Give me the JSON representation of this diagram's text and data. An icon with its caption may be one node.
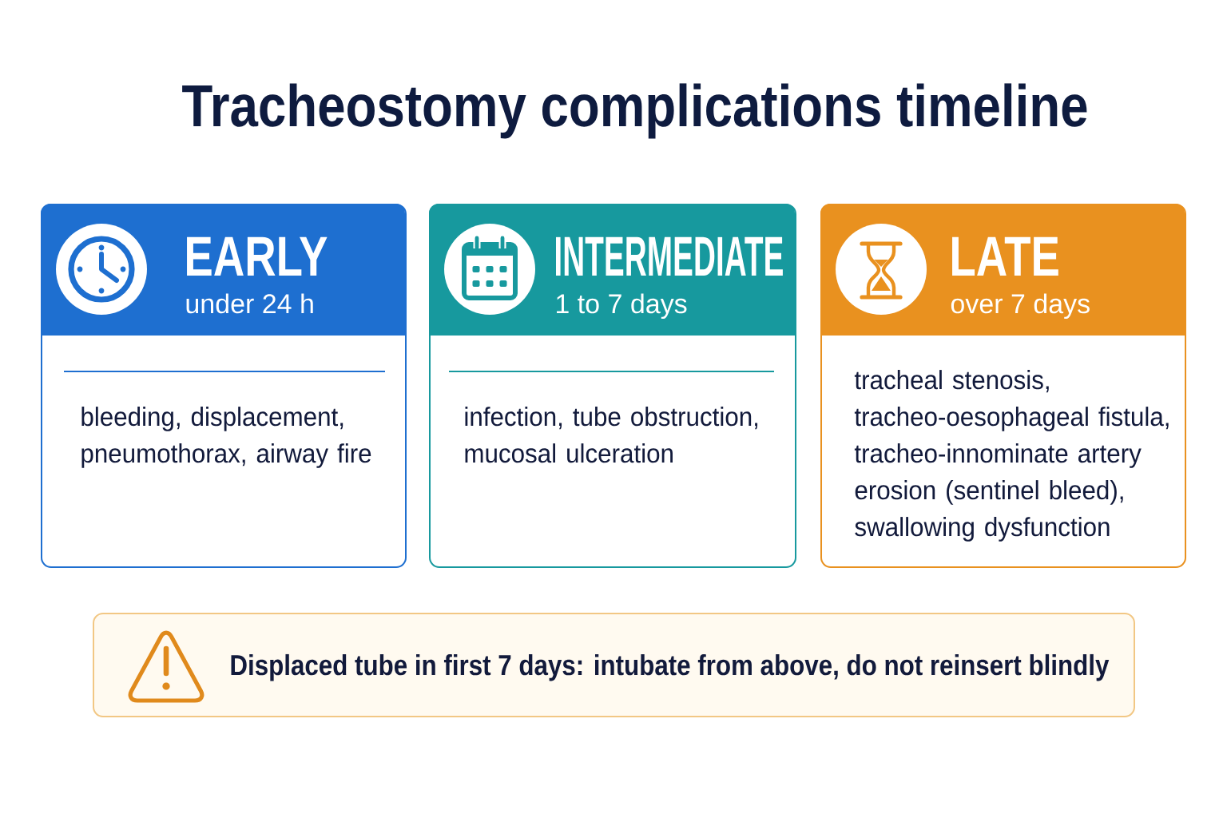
{
  "diagram": {
    "title": "Tracheostomy complications timeline",
    "nodes": [
      {
        "text": [
          "EARLY",
          "under 24 h",
          "bleeding, displacement, pneumothorax, airway fire"
        ]
      },
      {
        "text": [
          "INTERMEDIATE",
          "1 to 7 days",
          "infection, tube obstruction, mucosal ulceration"
        ]
      },
      {
        "text": [
          "LATE",
          "over 7 days",
          "tracheal stenosis, tracheo-oesophageal fistula, tracheo-innominate artery erosion (sentinel bleed), swallowing dysfunction"
        ]
      },
      {
        "text": [
          "Displaced tube in first 7 days: intubate from above, do not reinsert blindly"
        ]
      }
    ]
  }
}
